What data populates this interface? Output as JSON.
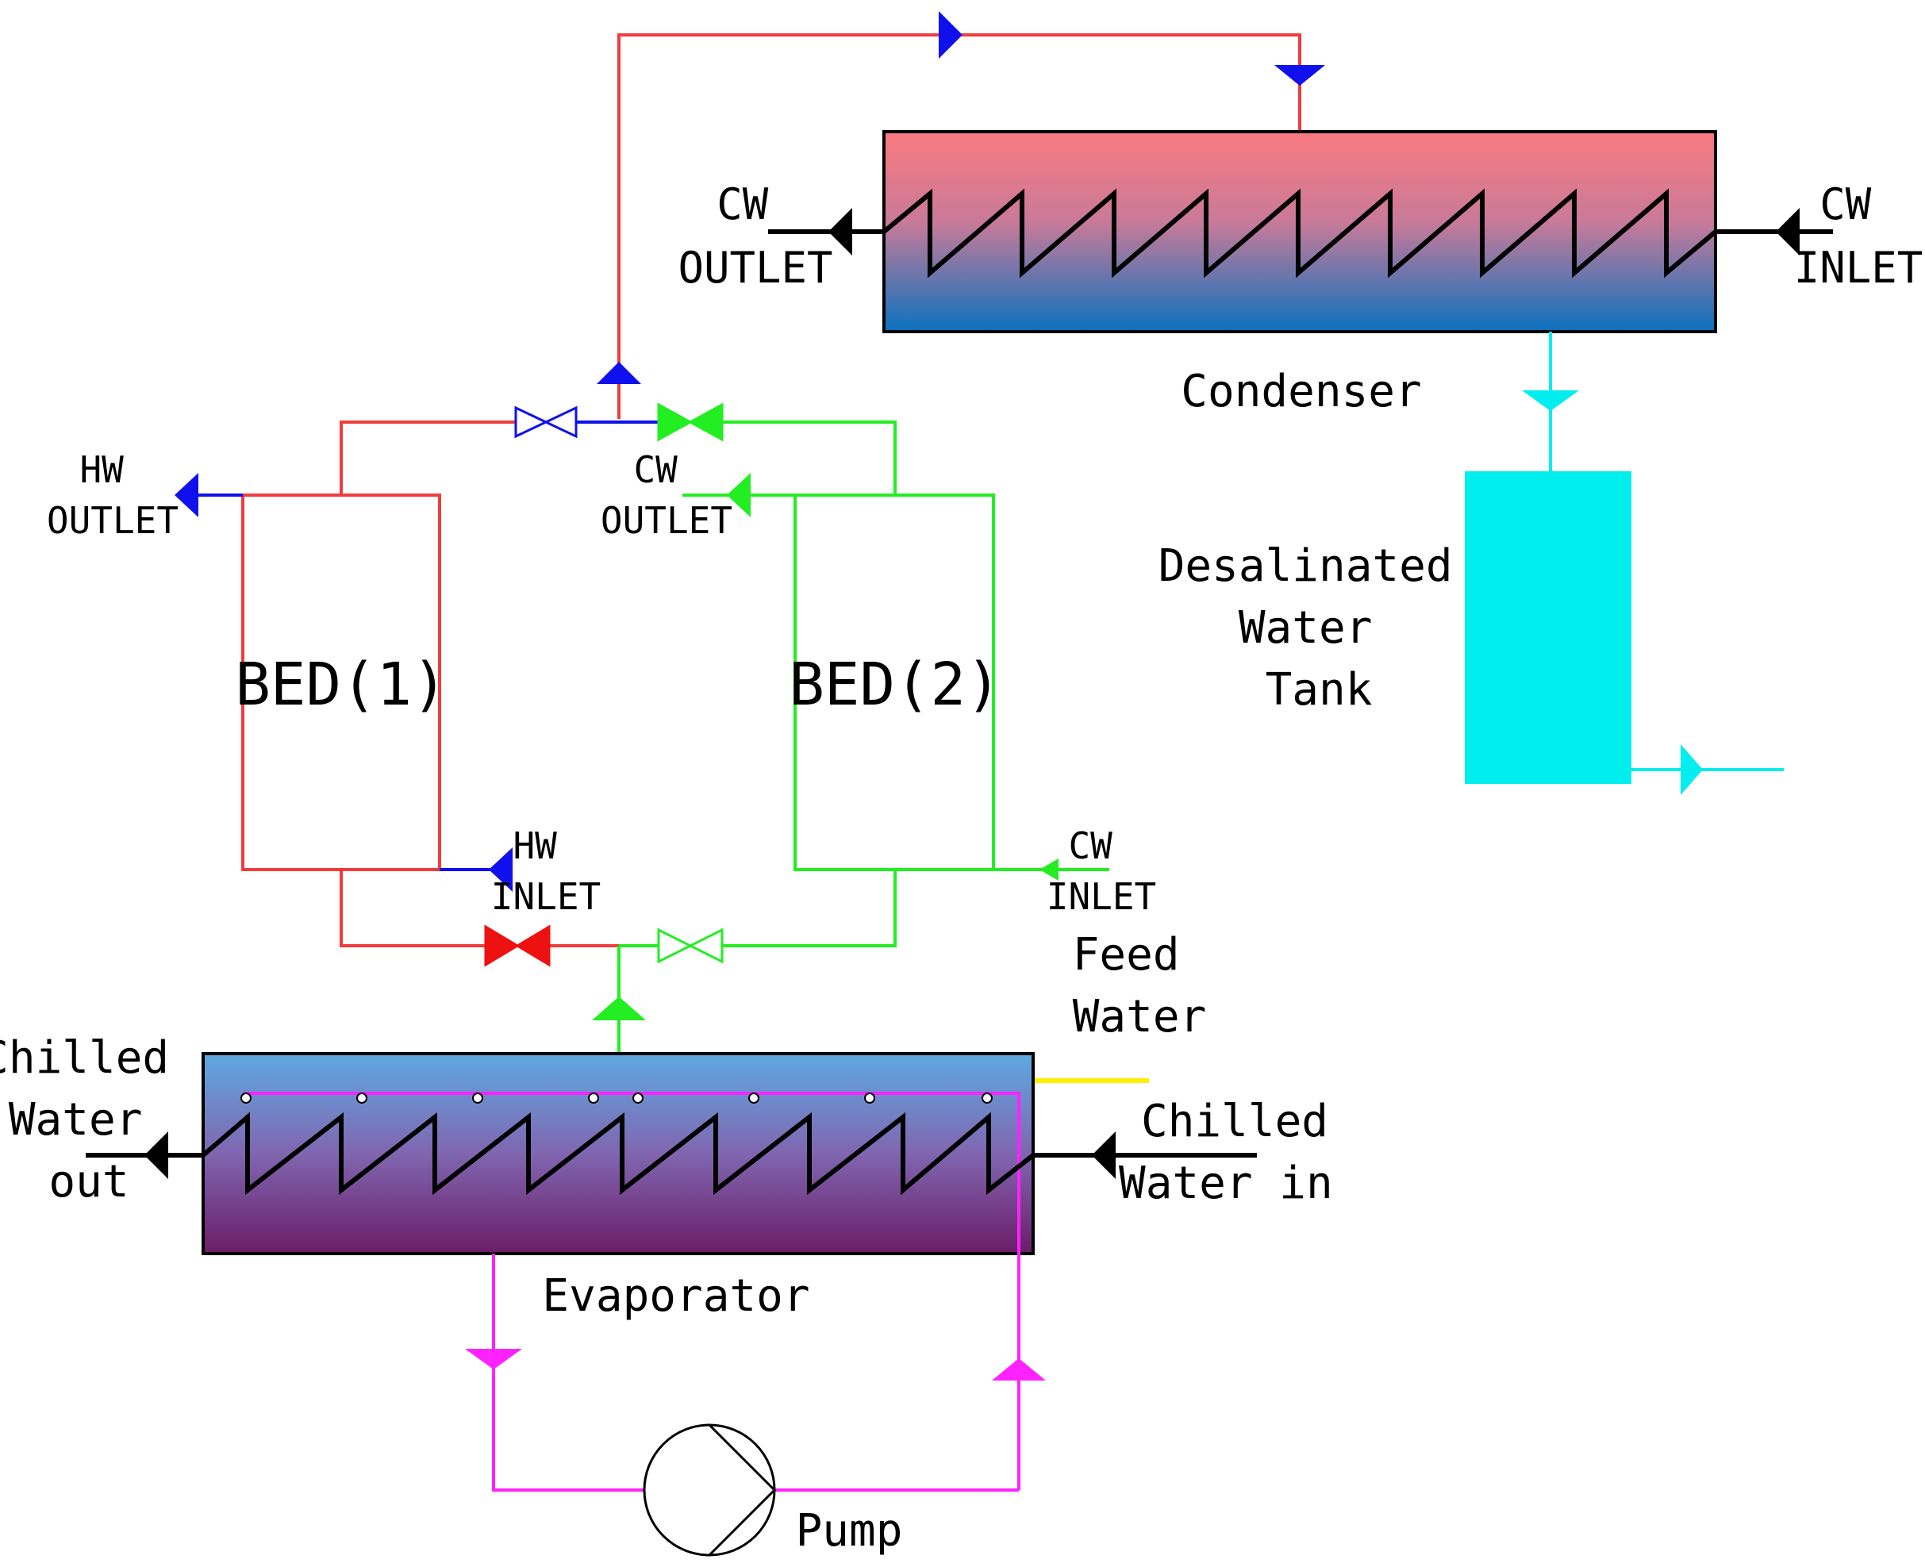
{
  "labels": {
    "condenser_cw_outlet": [
      "CW",
      "OUTLET"
    ],
    "condenser_cw_inlet": [
      "CW",
      "INLET"
    ],
    "condenser": "Condenser",
    "bed1_hw_outlet": [
      "HW",
      "OUTLET"
    ],
    "bed2_cw_outlet": [
      "CW",
      "OUTLET"
    ],
    "desalinated_tank": [
      "Desalinated",
      "Water",
      "Tank"
    ],
    "bed1": "BED(1)",
    "bed2": "BED(2)",
    "bed1_hw_inlet": [
      "HW",
      "INLET"
    ],
    "bed2_cw_inlet": [
      "CW",
      "INLET"
    ],
    "feed_water": [
      "Feed",
      "Water"
    ],
    "chilled_water_out": [
      "Chilled",
      "Water",
      "out"
    ],
    "chilled_water_in": [
      "Chilled",
      "Water in"
    ],
    "evaporator": "Evaporator",
    "pump": "Pump"
  },
  "colors": {
    "hot_line": "#f03c3c",
    "cooling_line": "#22ee22",
    "hw_line": "#1010ee",
    "desalinated_line": "#00eeee",
    "pump_loop": "#ff22ff",
    "feed_line": "#ffee00",
    "coil": "#000000",
    "condenser_top": "#fa7a80",
    "condenser_bottom": "#0a72bf",
    "evaporator_top": "#5ea9e2",
    "evaporator_bottom": "#6b1c68",
    "tank_fill": "#00eeee"
  }
}
